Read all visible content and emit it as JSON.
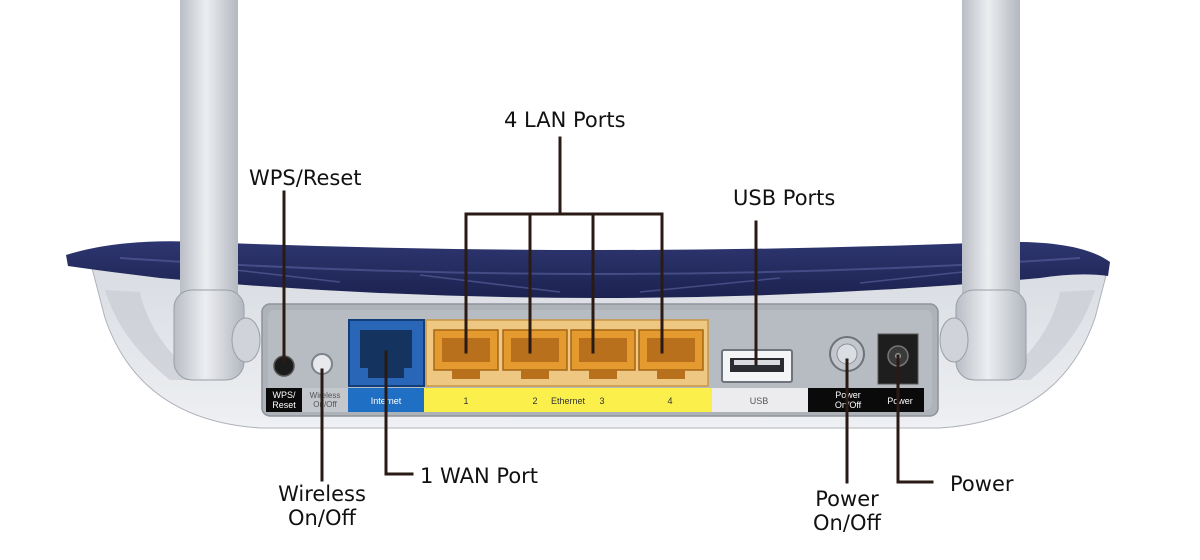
{
  "callouts": {
    "lan_ports": "4 LAN Ports",
    "wps_reset": "WPS/Reset",
    "usb_ports": "USB Ports",
    "wireless_line1": "Wireless",
    "wireless_line2": "On/Off",
    "wan_port": "1 WAN Port",
    "power_onoff_line1": "Power",
    "power_onoff_line2": "On/Off",
    "power": "Power"
  },
  "panel_labels": {
    "wps_line1": "WPS/",
    "wps_line2": "Reset",
    "wireless_line1": "Wireless",
    "wireless_line2": "On/Off",
    "internet": "Internet",
    "ethernet": "Ethernet",
    "lan_numbers": [
      "1",
      "2",
      "3",
      "4"
    ],
    "usb": "USB",
    "power_onoff_line1": "Power",
    "power_onoff_line2": "On/Off",
    "power": "Power"
  },
  "colors": {
    "wan_port": "#1f5fb0",
    "lan_ports": "#e8a23a",
    "lan_strip": "#fbef4c",
    "internet_strip": "#1f6fc4",
    "router_top": "#232a5c",
    "antenna": "#d4d7dd",
    "back_panel": "#a9adb4"
  }
}
